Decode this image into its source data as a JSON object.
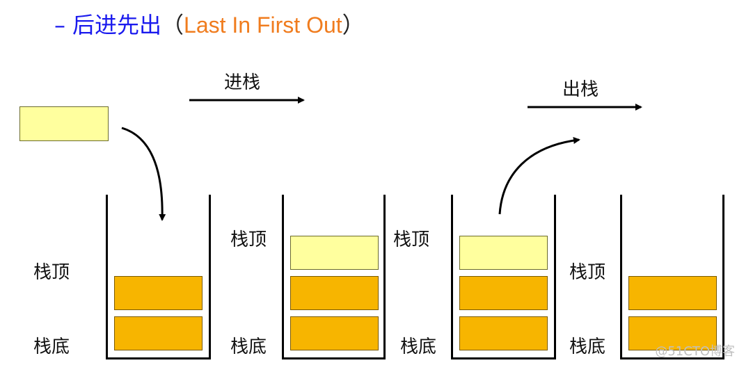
{
  "title": {
    "dash": "–",
    "chinese": "后进先出",
    "paren_open": "（",
    "english": "Last In First Out",
    "paren_close": "）"
  },
  "operations": {
    "push": "进栈",
    "pop": "出栈"
  },
  "labels": {
    "top": "栈顶",
    "bottom": "栈底"
  },
  "colors": {
    "title_blue": "#1a1aee",
    "title_orange": "#f07c1e",
    "stack_element": "#f7b500",
    "new_element": "#ffff9e"
  },
  "watermark": "@51CTO博客"
}
